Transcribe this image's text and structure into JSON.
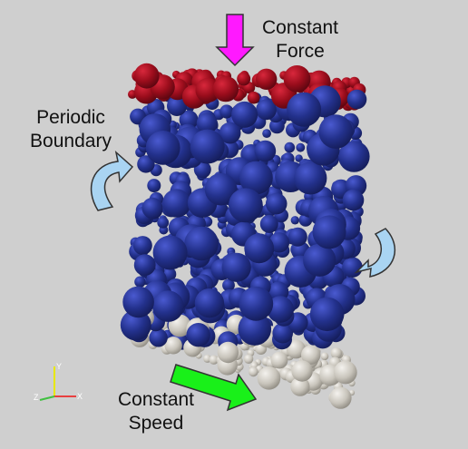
{
  "labels": {
    "force": [
      "Constant",
      "Force"
    ],
    "periodic": [
      "Periodic",
      "Boundary"
    ],
    "speed": [
      "Constant",
      "Speed"
    ]
  },
  "axes": {
    "x": "X",
    "y": "Y",
    "z": "Z"
  },
  "colors": {
    "background": "#cfcfcf",
    "top_particles": "#9b0d1c",
    "bulk_particles": "#23318c",
    "bottom_particles": "#c8c4bb",
    "force_arrow": "#ff19ff",
    "speed_arrow": "#19f019",
    "periodic_arrow": "#a9d4f2"
  },
  "icons": [
    "force-arrow-icon",
    "speed-arrow-icon",
    "periodic-left-icon",
    "periodic-right-icon",
    "axes-triad-icon"
  ]
}
